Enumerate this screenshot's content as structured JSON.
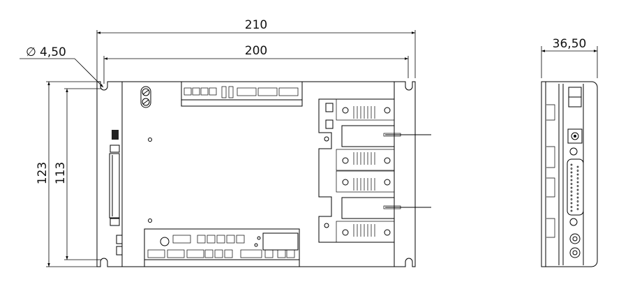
{
  "drawing": {
    "type": "mechanical dimension drawing",
    "views": [
      "front-view",
      "side-view"
    ],
    "dimensions": {
      "overall_width": "210",
      "hole_spacing_width": "200",
      "hole_diameter": "4,50",
      "overall_height": "123",
      "hole_spacing_height": "113",
      "depth": "36,50"
    },
    "diameter_symbol": "∅",
    "colors": {
      "line": "#000000",
      "background": "#ffffff"
    }
  }
}
